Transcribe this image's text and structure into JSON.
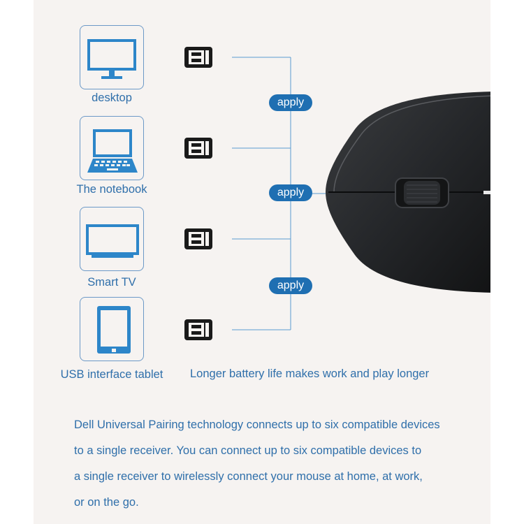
{
  "devices": [
    {
      "label": "desktop",
      "icon": "desktop-monitor-icon"
    },
    {
      "label": "The notebook",
      "icon": "laptop-icon"
    },
    {
      "label": "Smart TV",
      "icon": "tv-icon"
    },
    {
      "label": "USB interface tablet",
      "icon": "tablet-icon"
    }
  ],
  "apply_badges": [
    "apply",
    "apply",
    "apply"
  ],
  "tagline": "Longer battery life makes work and play longer",
  "description_lines": [
    "Dell Universal Pairing technology connects up to six compatible devices",
    "to a single receiver. You can connect up to six compatible devices to",
    "a single receiver to wirelessly connect your mouse at home, at work,",
    "or on the go."
  ],
  "colors": {
    "accent_blue": "#1f6fb2",
    "icon_blue": "#2d86c9",
    "text_blue": "#2f6faa",
    "background": "#f6f3f1"
  }
}
